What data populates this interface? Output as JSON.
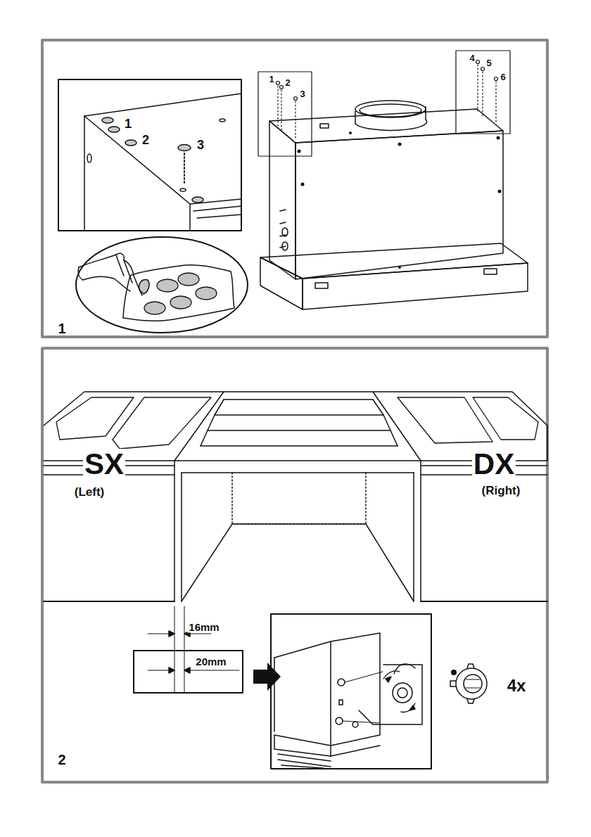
{
  "diagram": {
    "labels": [
      "1",
      "2",
      "3",
      "1",
      "2",
      "3",
      "4",
      "5",
      "6",
      "1",
      "SX",
      "(Left)",
      "DX",
      "(Right)",
      "16mm",
      "20mm",
      "4x",
      "2"
    ]
  }
}
